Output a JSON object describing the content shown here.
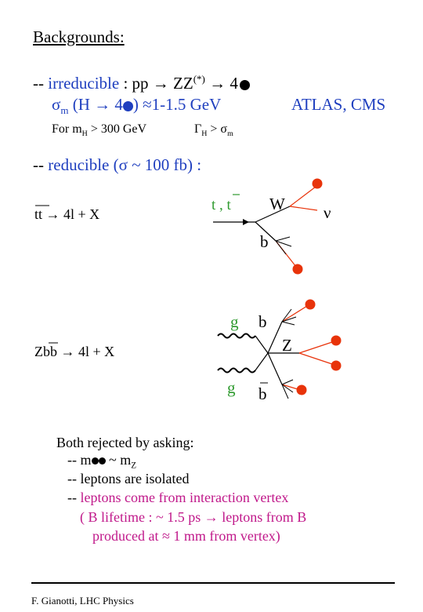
{
  "title": "Backgrounds:",
  "irreducible": {
    "prefix": "-- ",
    "label": "irreducible",
    "process": " : pp → ZZ",
    "star": "(*)",
    "arrow": " → 4",
    "sigma": "σ",
    "sigma_sub": "m",
    "decay_open": " (H → 4",
    "decay_close": ")",
    "resolution": " ≈1-1.5 GeV",
    "experiments": "ATLAS, CMS",
    "condition_prefix": "For m",
    "condition_sub": "H",
    "condition_value": " > 300 GeV",
    "gamma": "Γ",
    "gamma_sub": "H",
    "gamma_rel": " > σ",
    "gamma_rel_sub": "m"
  },
  "reducible": {
    "prefix": "-- ",
    "label": "reducible (σ ~ 100 fb) :",
    "ttbar_process": "tt → 4l + X",
    "zbb_process": "Zbb → 4l + X"
  },
  "diagram_top": {
    "t_label": "t , t",
    "w_label": "W",
    "nu_label": "ν",
    "b_label": "b"
  },
  "diagram_bottom": {
    "g_top": "g",
    "b_top": "b",
    "z_label": "Z",
    "g_bottom": "g",
    "b_bottom": "b"
  },
  "rejection": {
    "intro": "Both rejected by asking:",
    "item1_prefix": "--  m",
    "item1_suffix": " ~ m",
    "item1_sub": "Z",
    "item2": "--  leptons are isolated",
    "item3_prefix": "--  ",
    "item3": "leptons come from interaction vertex",
    "item4": "( B lifetime :  ~ 1.5 ps → leptons from B",
    "item5": "produced at ≈ 1 mm from vertex)"
  },
  "footer": "F. Gianotti,  LHC Physics",
  "colors": {
    "blue": "#1f3fbf",
    "green": "#2e9a2e",
    "magenta": "#c0188a",
    "lepton_red": "#e8330a"
  }
}
